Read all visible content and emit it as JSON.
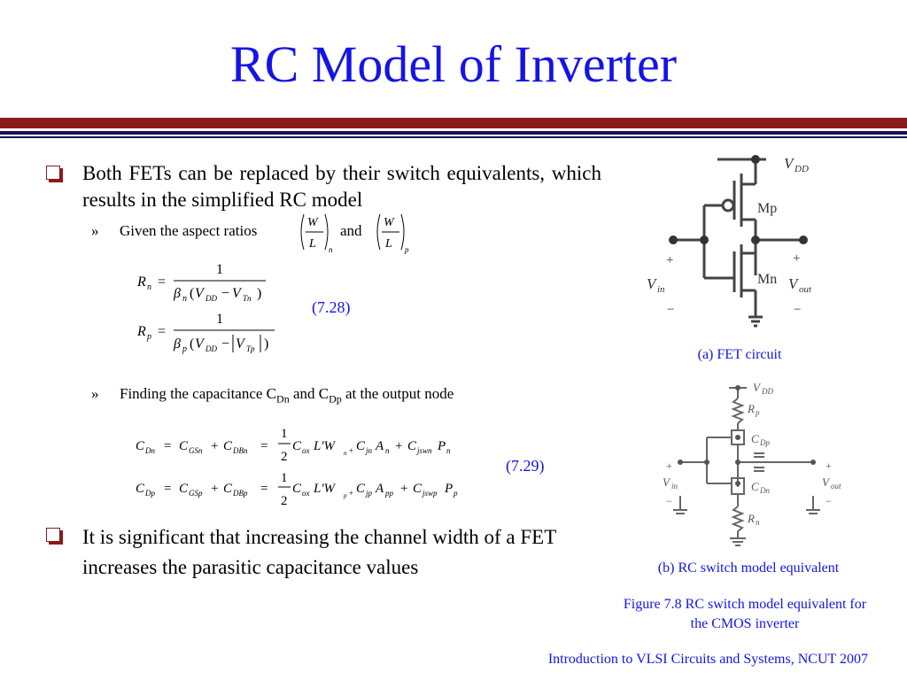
{
  "title": "RC Model of Inverter",
  "bullets": [
    {
      "text": "Both FETs can be replaced by their switch equivalents, which results in the simplified RC model"
    },
    {
      "text": "It is significant that increasing the channel width of a FET increases the parasitic capacitance values"
    }
  ],
  "sub_bullets": [
    {
      "marker": "»",
      "text": "Given the aspect ratios",
      "connector": "and"
    },
    {
      "marker": "»",
      "text": "Finding the capacitance C",
      "sub1": "Dn",
      "mid": " and C",
      "sub2": "Dp",
      "tail": " at the output node"
    }
  ],
  "equation_numbers": [
    "(7.28)",
    "(7.29)"
  ],
  "captions": {
    "fet": "(a) FET circuit",
    "rc": "(b) RC switch model equivalent",
    "figure": "Figure 7.8 RC switch model equivalent for the CMOS inverter"
  },
  "footer": "Introduction to VLSI Circuits and Systems, NCUT  2007",
  "colors": {
    "title": "#1414e6",
    "rule_top": "#8b1a1a",
    "rule_bottom": "#141450",
    "bullet": "#8b1a1a"
  }
}
